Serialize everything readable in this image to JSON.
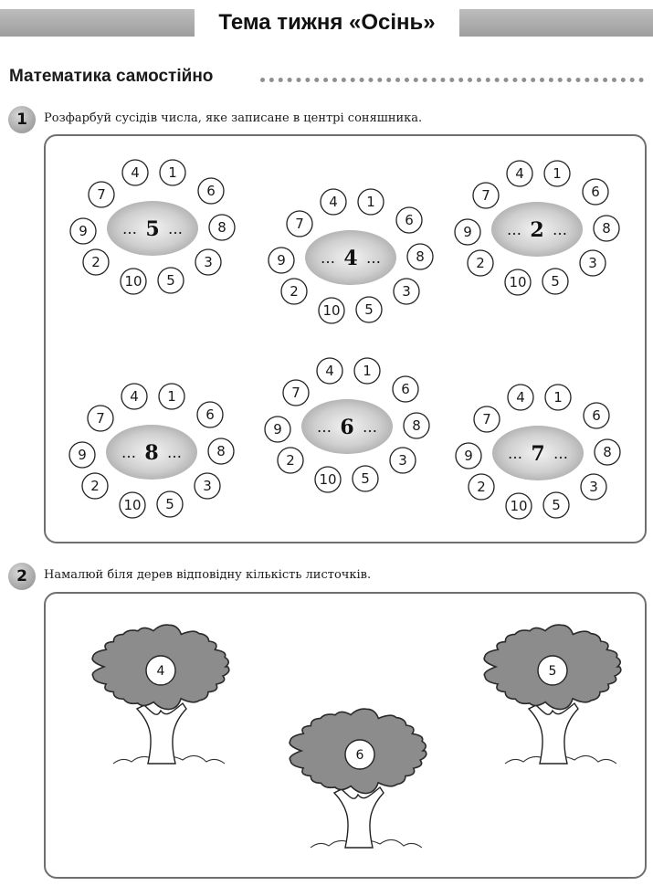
{
  "header": {
    "title": "Тема тижня «Осінь»"
  },
  "section": {
    "title": "Математика самостійно"
  },
  "tasks": [
    {
      "number": "1",
      "text": "Розфарбуй сусідів числа, яке записане в центрі соняшника."
    },
    {
      "number": "2",
      "text": "Намалюй біля дерев відповідну кількість листочків."
    }
  ],
  "flowers": [
    {
      "center": "5",
      "petals": [
        "4",
        "1",
        "6",
        "8",
        "3",
        "5",
        "10",
        "2",
        "9",
        "7"
      ]
    },
    {
      "center": "4",
      "petals": [
        "4",
        "1",
        "6",
        "8",
        "3",
        "5",
        "10",
        "2",
        "9",
        "7"
      ]
    },
    {
      "center": "2",
      "petals": [
        "4",
        "1",
        "6",
        "8",
        "3",
        "5",
        "10",
        "2",
        "9",
        "7"
      ]
    },
    {
      "center": "8",
      "petals": [
        "4",
        "1",
        "6",
        "8",
        "3",
        "5",
        "10",
        "2",
        "9",
        "7"
      ]
    },
    {
      "center": "6",
      "petals": [
        "4",
        "1",
        "6",
        "8",
        "3",
        "5",
        "10",
        "2",
        "9",
        "7"
      ]
    },
    {
      "center": "7",
      "petals": [
        "4",
        "1",
        "6",
        "8",
        "3",
        "5",
        "10",
        "2",
        "9",
        "7"
      ]
    }
  ],
  "blank_marker": "…",
  "trees": [
    {
      "number": "4"
    },
    {
      "number": "6"
    },
    {
      "number": "5"
    }
  ]
}
